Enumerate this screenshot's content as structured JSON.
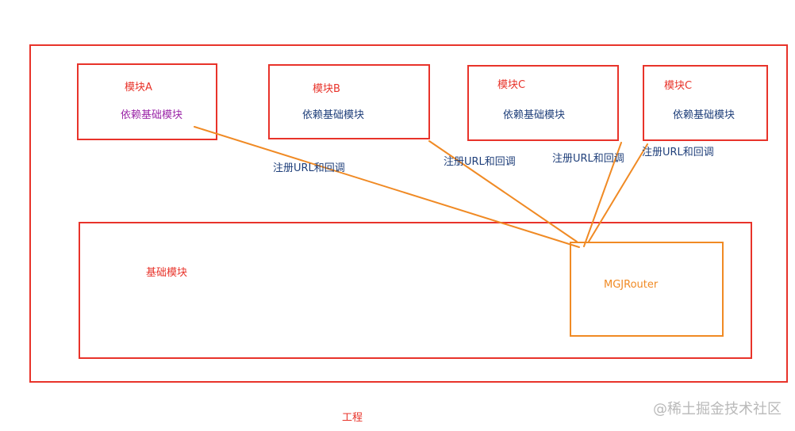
{
  "project_label": "工程",
  "modules": [
    {
      "name": "模块A",
      "dep": "依赖基础模块"
    },
    {
      "name": "模块B",
      "dep": "依赖基础模块"
    },
    {
      "name": "模块C",
      "dep": "依赖基础模块"
    },
    {
      "name": "模块C",
      "dep": "依赖基础模块"
    }
  ],
  "base_module": "基础模块",
  "router": "MGJRouter",
  "register_labels": [
    "注册URL和回调",
    "注册URL和回调",
    "注册URL和回调",
    "注册URL和回调"
  ],
  "watermark": "@稀土掘金技术社区",
  "colors": {
    "box": "#e8332a",
    "router": "#f08a24",
    "label": "#1f3f7a"
  }
}
